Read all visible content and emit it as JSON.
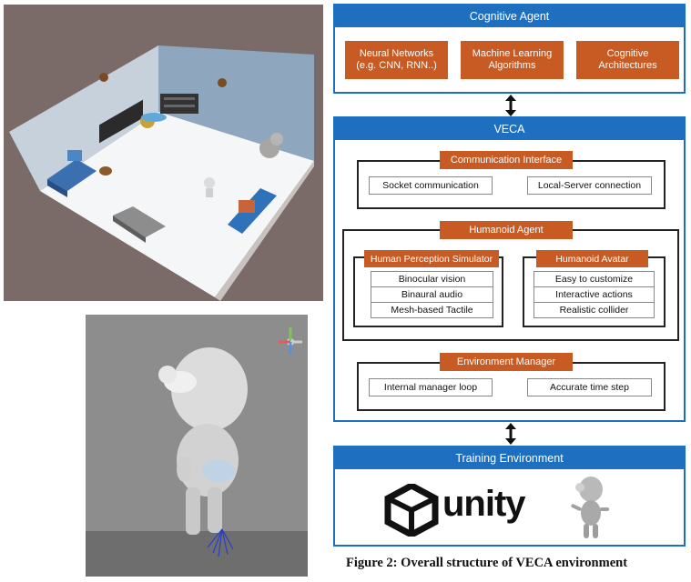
{
  "cognitive_agent": {
    "title": "Cognitive Agent",
    "items": [
      "Neural Networks\n(e.g. CNN, RNN..)",
      "Machine Learning\nAlgorithms",
      "Cognitive\nArchitectures"
    ]
  },
  "veca": {
    "title": "VECA",
    "communication": {
      "title": "Communication Interface",
      "items": [
        "Socket communication",
        "Local-Server connection"
      ]
    },
    "humanoid_agent": {
      "title": "Humanoid Agent",
      "perception": {
        "title": "Human Perception Simulator",
        "items": [
          "Binocular vision",
          "Binaural audio",
          "Mesh-based Tactile"
        ]
      },
      "avatar": {
        "title": "Humanoid Avatar",
        "items": [
          "Easy to customize",
          "Interactive actions",
          "Realistic collider"
        ]
      }
    },
    "environment_manager": {
      "title": "Environment Manager",
      "items": [
        "Internal manager loop",
        "Accurate time step"
      ]
    }
  },
  "training_environment": {
    "title": "Training Environment",
    "logo_text": "unity"
  },
  "caption": "Figure 2: Overall structure of VECA environment",
  "colors": {
    "blue": "#1f6fc1",
    "orange": "#c85a24"
  }
}
